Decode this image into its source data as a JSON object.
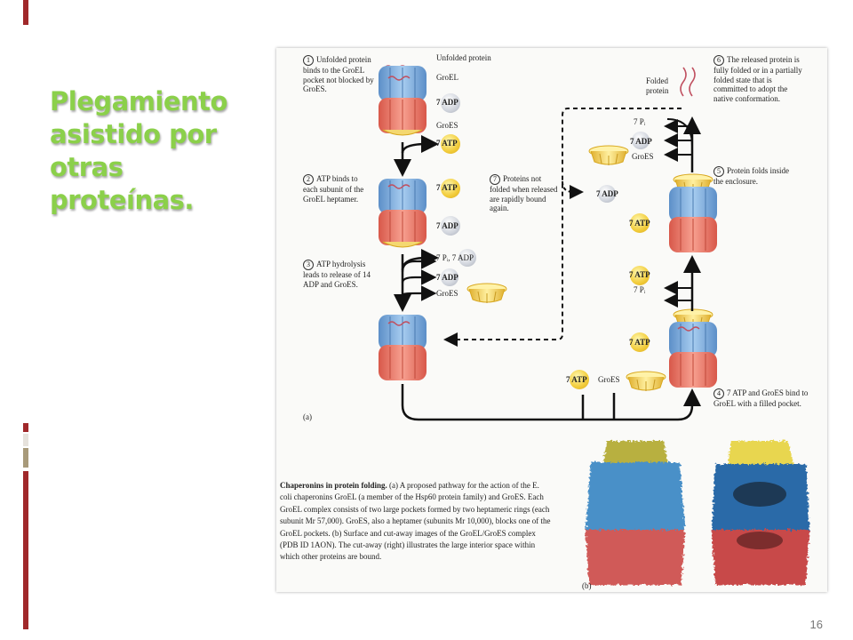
{
  "slide": {
    "title": "Plegamiento asistido por otras proteínas.",
    "page_number": "16"
  },
  "colors": {
    "title": "#8bd04a",
    "accent_red": "#a0282a",
    "accent_tan": "#a89a7a",
    "groel_blue": "#7fb0e0",
    "groel_red": "#ec8272",
    "groes_yellow": "#f2cc3a"
  },
  "figure": {
    "panel_a_label": "(a)",
    "panel_b_label": "(b)",
    "labels": {
      "unfolded_protein": "Unfolded protein",
      "groel": "GroEL",
      "groes_top": "GroES",
      "folded_protein": "Folded protein",
      "adp_7": "7 ADP",
      "atp_7": "7 ATP",
      "pi_7": "7 Pᵢ",
      "pi_atp": "7 Pᵢ, 7 ADP",
      "groes": "GroES"
    },
    "steps": {
      "s1": {
        "num": "1",
        "text": "Unfolded protein binds to the GroEL pocket not blocked by GroES."
      },
      "s2": {
        "num": "2",
        "text": "ATP binds to each subunit of the GroEL heptamer."
      },
      "s3": {
        "num": "3",
        "text": "ATP hydrolysis leads to release of 14 ADP and GroES."
      },
      "s4": {
        "num": "4",
        "text": "7 ATP and GroES bind to GroEL with a filled pocket."
      },
      "s5": {
        "num": "5",
        "text": "Protein folds inside the enclosure."
      },
      "s6": {
        "num": "6",
        "text": "The released protein is fully folded or in a partially folded state that is committed to adopt the native conformation."
      },
      "s7": {
        "num": "7",
        "text": "Proteins not folded when released are rapidly bound again."
      }
    },
    "caption": {
      "title": "Chaperonins in protein folding.",
      "body": "(a) A proposed pathway for the action of the E. coli chaperonins GroEL (a member of the Hsp60 protein family) and GroES. Each GroEL complex consists of two large pockets formed by two heptameric rings (each subunit Mr 57,000). GroES, also a heptamer (subunits Mr 10,000), blocks one of the GroEL pockets. (b) Surface and cut-away images of the GroEL/GroES complex (PDB ID 1AON). The cut-away (right) illustrates the large interior space within which other proteins are bound."
    }
  }
}
